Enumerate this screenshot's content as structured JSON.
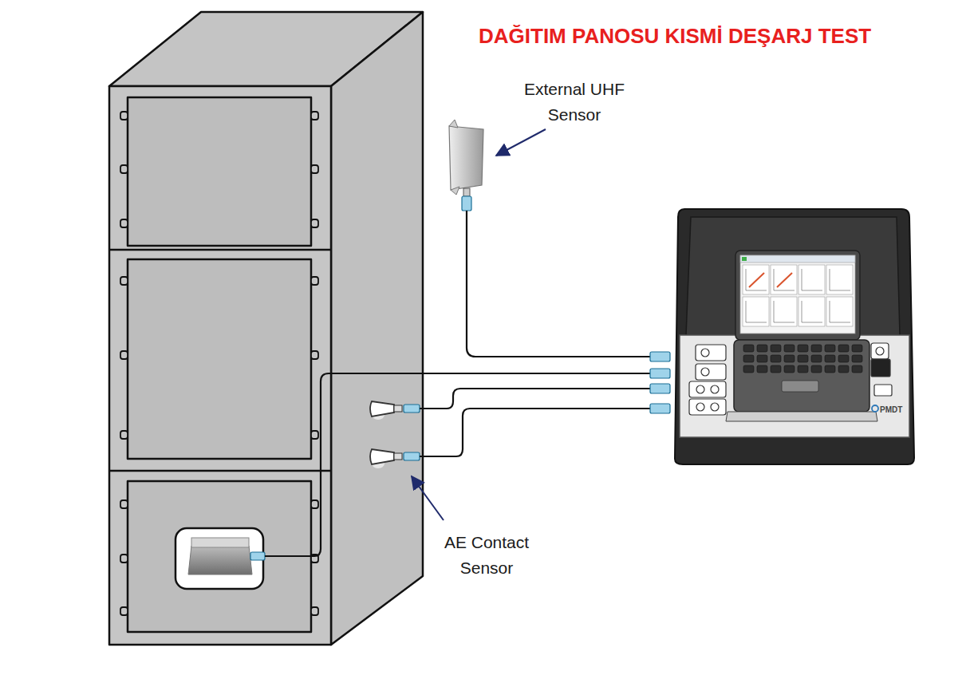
{
  "diagram": {
    "title": "DAĞITIM PANOSU KISMİ DEŞARJ TEST",
    "labels": [
      "External UHF Sensor",
      "AE Contact Sensor",
      "PMDT"
    ]
  }
}
